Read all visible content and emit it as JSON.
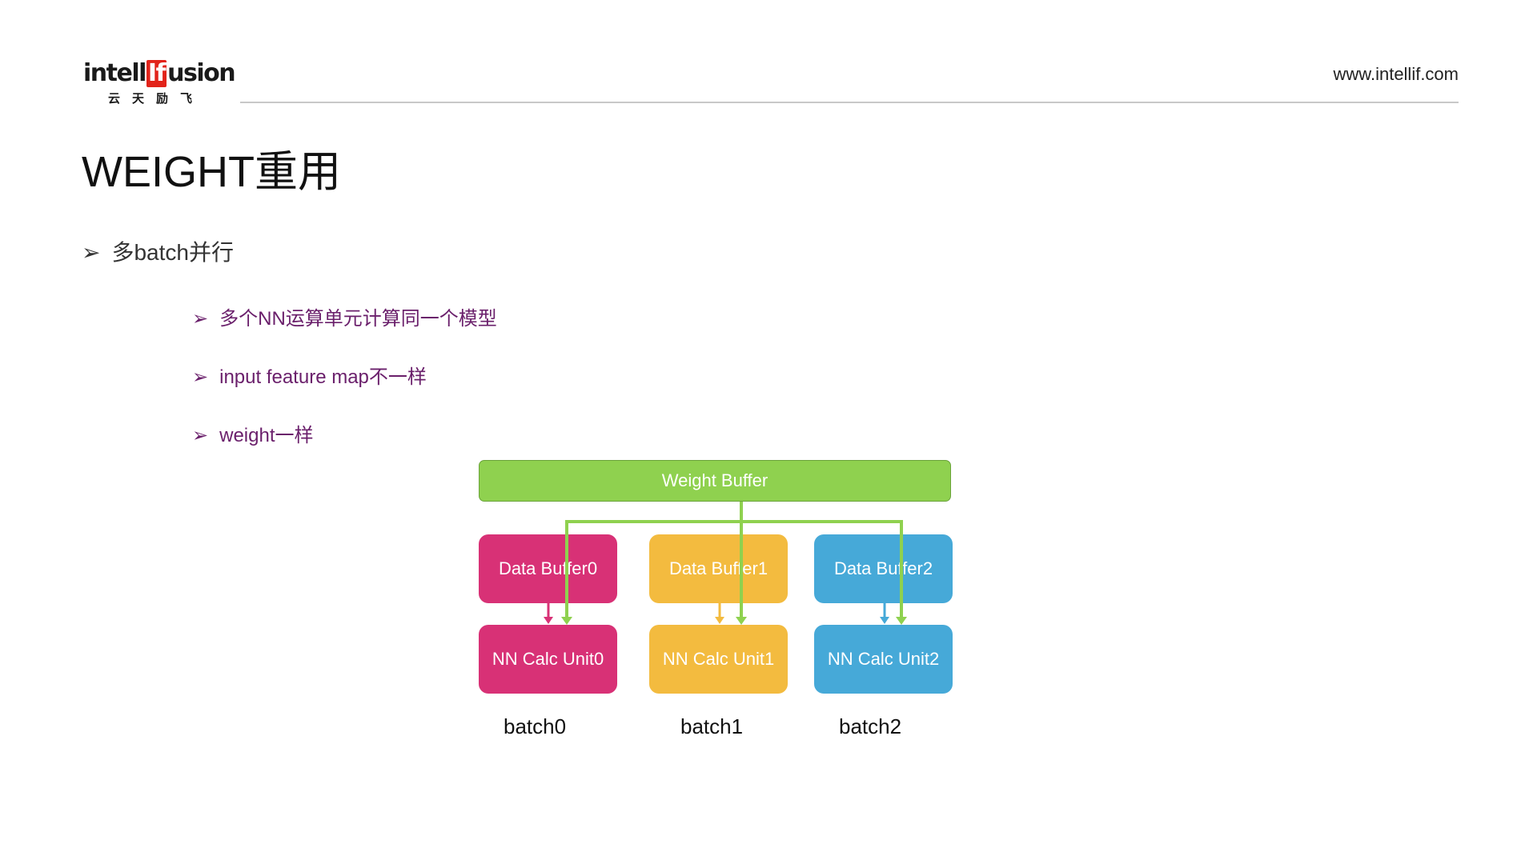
{
  "logo": {
    "text_left": "intell",
    "text_highlight": "If",
    "text_right": "usion",
    "subtitle_cn": "云天励飞"
  },
  "header": {
    "url": "www.intellif.com"
  },
  "slide": {
    "title": "WEIGHT重用",
    "bullet_symbol": "➢",
    "main_bullet": "多batch并行",
    "sub_bullets": [
      "多个NN运算单元计算同一个模型",
      "input feature map不一样",
      "weight一样"
    ]
  },
  "diagram": {
    "weight_buffer": "Weight Buffer",
    "columns": [
      {
        "data_buffer": "Data Buffer0",
        "calc_unit": "NN Calc Unit0",
        "batch": "batch0",
        "color": "#d83176"
      },
      {
        "data_buffer": "Data Buffer1",
        "calc_unit": "NN Calc Unit1",
        "batch": "batch1",
        "color": "#f3bb3f"
      },
      {
        "data_buffer": "Data Buffer2",
        "calc_unit": "NN Calc Unit2",
        "batch": "batch2",
        "color": "#46a9d8"
      }
    ],
    "weight_color": "#8fd14f"
  }
}
